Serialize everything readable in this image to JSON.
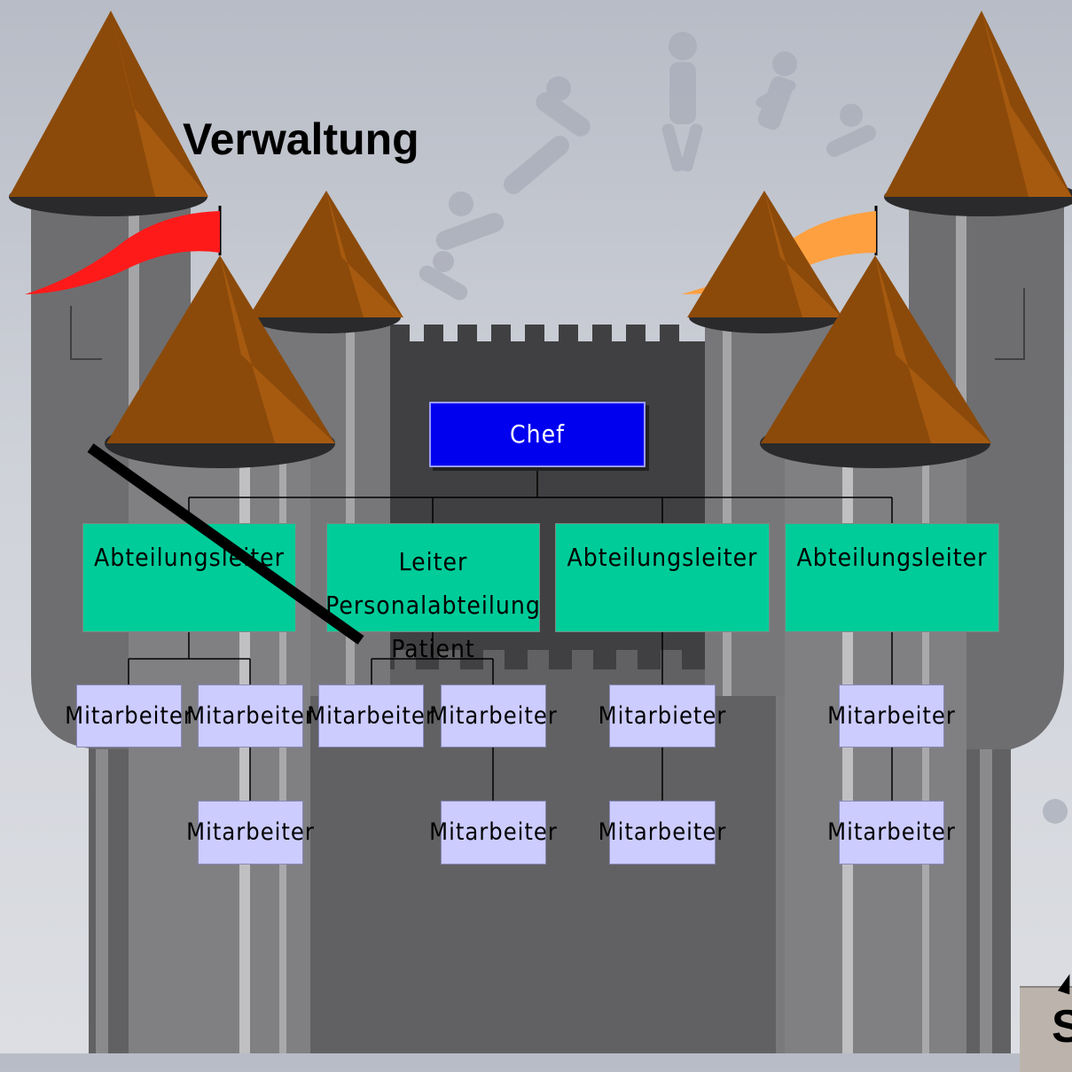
{
  "title": "Verwaltung",
  "chief": {
    "label": "Chef"
  },
  "leads": [
    {
      "label": "Abteilungsleiter"
    },
    {
      "label": "Leiter Personalabteilung\nPatient"
    },
    {
      "label": "Abteilungsleiter"
    },
    {
      "label": "Abteilungsleiter"
    }
  ],
  "staff": {
    "s1": "Mitarbeiter",
    "s2": "Mitarbeiter",
    "s3": "Mitarbeiter",
    "s4": "Mitarbeiter",
    "s5": "Mitarbeiter",
    "s6": "Mitarbeiter",
    "s7": "Mitarbieter",
    "s8": "Mitarbeiter",
    "s9": "Mitarbeiter",
    "s10": "Mitarbeiter"
  },
  "corner_letter": "S",
  "colors": {
    "chief_fill": "#0000ee",
    "lead_fill": "#00cc99",
    "staff_fill": "#ccccff",
    "roof": "#8b4a0a",
    "stone": "#6e6e70",
    "flag_left": "#ff1a1a",
    "flag_right": "#ffa040"
  }
}
